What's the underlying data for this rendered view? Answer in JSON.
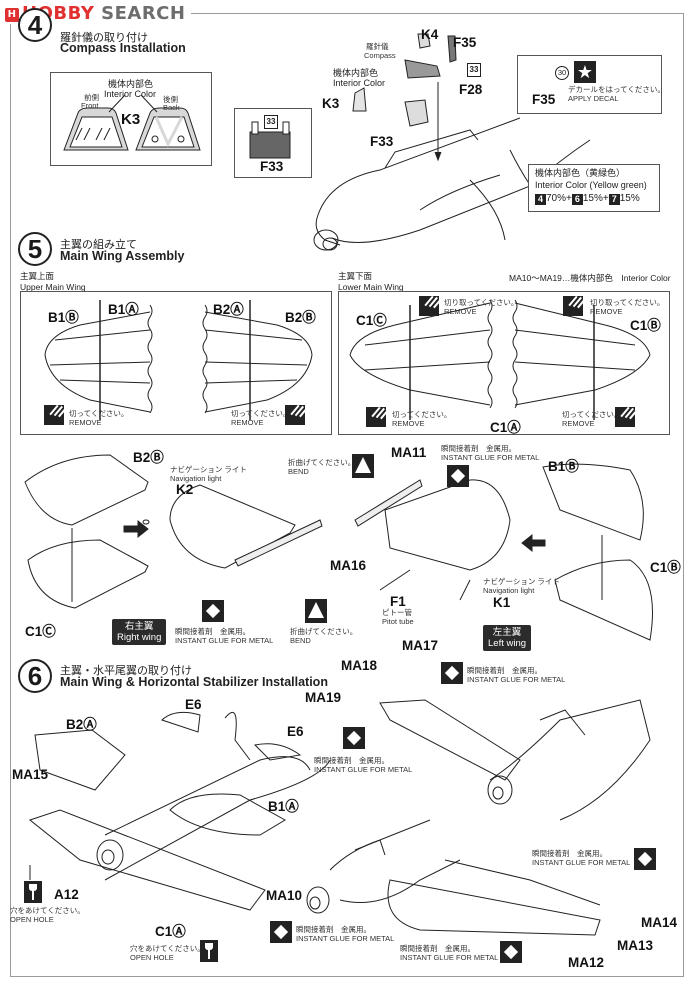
{
  "header": {
    "logo_mark": "H",
    "logo_hobby": "HOBBY",
    "logo_search": " SEARCH"
  },
  "step4": {
    "number": "4",
    "title_jp": "羅針儀の取り付け",
    "title_en": "Compass Installation",
    "k3_box": {
      "color_jp": "機体内部色",
      "color_en": "Interior Color",
      "front_jp": "前側",
      "front_en": "Front",
      "back_jp": "後側",
      "back_en": "Back",
      "part": "K3"
    },
    "f33_box": {
      "decal": "33",
      "part": "F33"
    },
    "main": {
      "compass_jp": "羅針儀",
      "compass_en": "Compass",
      "color_jp": "機体内部色",
      "color_en": "Interior Color",
      "parts": {
        "k4": "K4",
        "f35": "F35",
        "f28": "F28",
        "k3": "K3",
        "f33": "F33"
      },
      "decal": "33"
    },
    "decal_box": {
      "part": "F35",
      "decal_no": "30",
      "text_jp": "デカールをはってください。",
      "text_en": "APPLY DECAL"
    },
    "color_mix": {
      "title_jp": "機体内部色（黄緑色）",
      "title_en": "Interior Color (Yellow green)",
      "components": [
        {
          "paint": "4",
          "pct": "70%"
        },
        {
          "paint": "6",
          "pct": "15%"
        },
        {
          "paint": "7",
          "pct": "15%"
        }
      ]
    }
  },
  "step5": {
    "number": "5",
    "title_jp": "主翼の組み立て",
    "title_en": "Main Wing Assembly",
    "upper": {
      "label_jp": "主翼上面",
      "label_en": "Upper Main Wing",
      "parts": [
        "B1Ⓑ",
        "B1Ⓐ",
        "B2Ⓐ",
        "B2Ⓑ"
      ],
      "remove_jp": "切ってください。",
      "remove_en": "REMOVE"
    },
    "lower": {
      "label_jp": "主翼下面",
      "label_en": "Lower Main Wing",
      "note": "MA10～MA19…機体内部色　Interior Color",
      "parts": [
        "C1Ⓒ",
        "C1Ⓑ",
        "C1Ⓐ"
      ],
      "cutoff_jp": "切り取ってください。",
      "cutoff_en": "REMOVE",
      "remove_jp": "切ってください。",
      "remove_en": "REMOVE"
    },
    "right_wing": {
      "tag_jp": "右主翼",
      "tag_en": "Right wing",
      "parts": {
        "upper": "B2Ⓑ",
        "lower": "C1Ⓒ",
        "nav": "K2",
        "flap": "MA16"
      },
      "nav_jp": "ナビゲーション ライト",
      "nav_en": "Navigation light"
    },
    "left_wing": {
      "tag_jp": "左主翼",
      "tag_en": "Left wing",
      "parts": {
        "upper": "B1Ⓑ",
        "lower": "C1Ⓑ",
        "nav": "K1",
        "flap": "MA11",
        "pitot": "F1"
      },
      "nav_jp": "ナビゲーション ライト",
      "nav_en": "Navigation light",
      "pitot_jp": "ピトー管",
      "pitot_en": "Pitot tube"
    },
    "bend_jp": "折曲げてください。",
    "bend_en": "BEND",
    "glue_jp": "瞬間接着剤　金属用。",
    "glue_en": "INSTANT GLUE FOR METAL"
  },
  "step6": {
    "number": "6",
    "title_jp": "主翼・水平尾翼の取り付け",
    "title_en": "Main Wing & Horizontal Stabilizer Installation",
    "parts": {
      "b2a": "B2Ⓐ",
      "e6_left": "E6",
      "e6_right": "E6",
      "ma15": "MA15",
      "b1a": "B1Ⓐ",
      "a12": "A12",
      "c1a": "C1Ⓐ",
      "ma10": "MA10",
      "ma17": "MA17",
      "ma18": "MA18",
      "ma19": "MA19",
      "ma14": "MA14",
      "ma13": "MA13",
      "ma12": "MA12"
    },
    "open_hole_jp": "穴をあけてください。",
    "open_hole_en": "OPEN HOLE",
    "glue_jp": "瞬間接着剤　金属用。",
    "glue_en": "INSTANT GLUE FOR METAL"
  }
}
